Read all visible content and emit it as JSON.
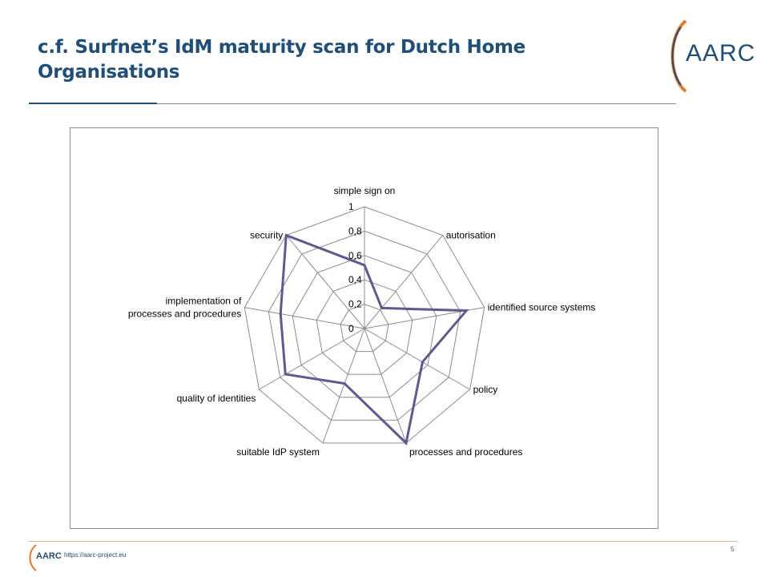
{
  "slide": {
    "title": "c.f. Surfnet’s IdM maturity scan for Dutch Home Organisations",
    "page_number": "5"
  },
  "logo": {
    "text": "AARC",
    "arc_color": "#e87722",
    "text_color": "#1f4e79"
  },
  "footer": {
    "url": "https://aarc-project.eu",
    "logo_text": "AARC"
  },
  "colors": {
    "title": "#1f4e79",
    "series": "#5b5b8f",
    "grid": "#8c8c8c"
  },
  "chart_data": {
    "type": "radar",
    "categories": [
      "simple sign on",
      "autorisation",
      "identified source systems",
      "policy",
      "processes and procedures",
      "suitable IdP system",
      "quality of identities",
      "implementation of processes and procedures",
      "security"
    ],
    "tick_labels": [
      "0",
      "0,2",
      "0,4",
      "0,6",
      "0,8",
      "1"
    ],
    "ticks": [
      0,
      0.2,
      0.4,
      0.6,
      0.8,
      1
    ],
    "rlim": [
      0,
      1
    ],
    "series": [
      {
        "values": [
          0.52,
          0.22,
          0.85,
          0.55,
          1.0,
          0.48,
          0.75,
          0.7,
          1.0
        ]
      }
    ],
    "legend": "none",
    "grid": true
  }
}
